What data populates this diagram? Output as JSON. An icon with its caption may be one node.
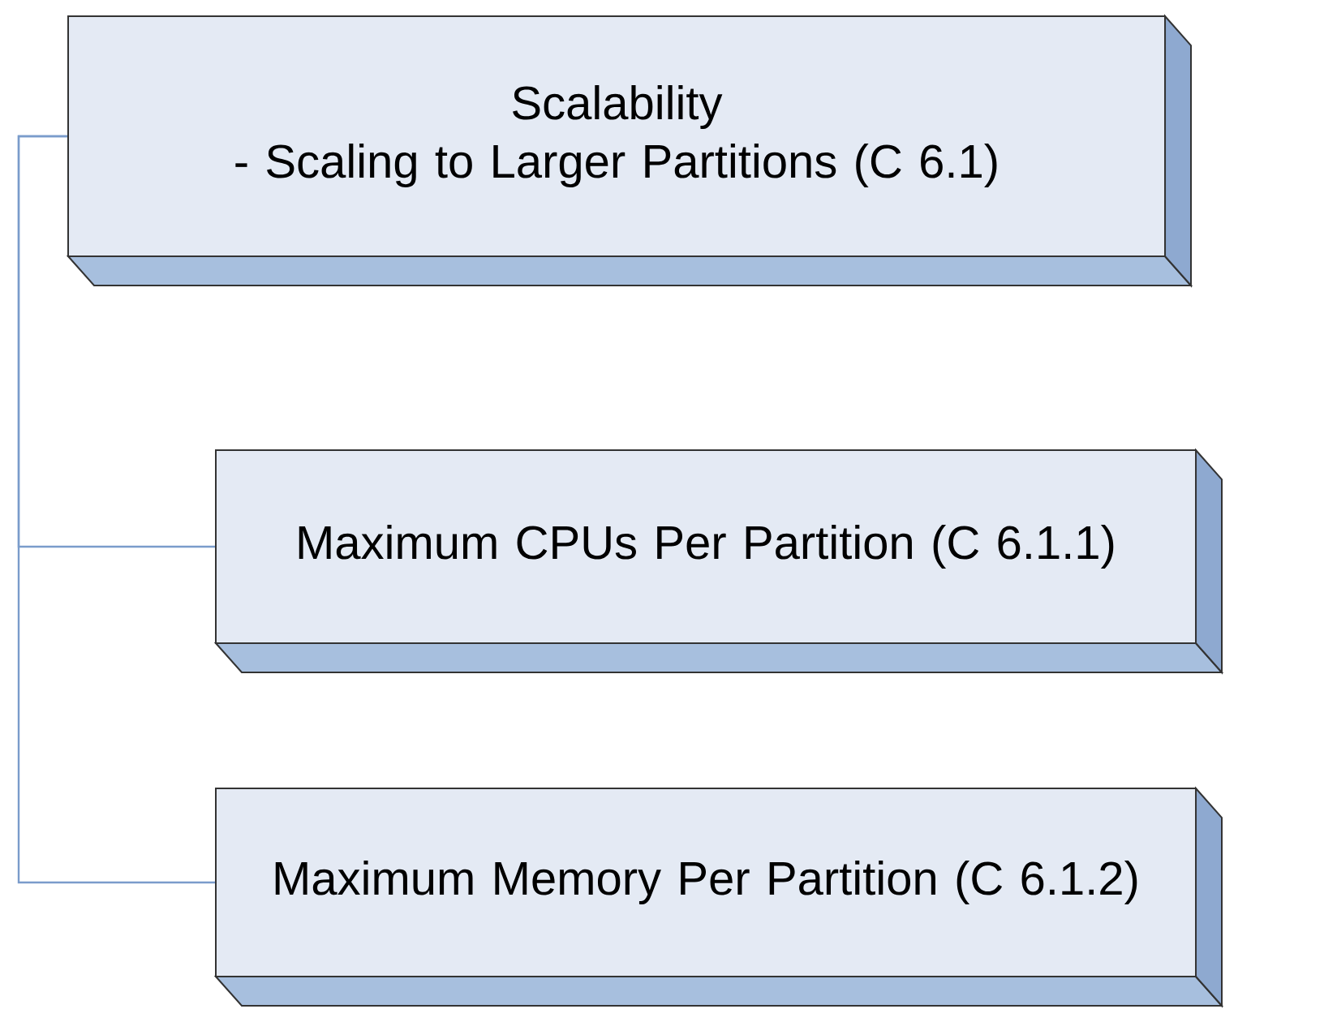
{
  "diagram": {
    "nodes": [
      {
        "text": [
          "Scalability",
          "- Scaling to Larger Partitions (C 6.1)"
        ]
      },
      {
        "text": [
          "Maximum CPUs Per Partition (C 6.1.1)"
        ]
      },
      {
        "text": [
          "Maximum Memory Per Partition (C 6.1.2)"
        ]
      }
    ],
    "edges": [
      {
        "from": 0,
        "to": 1,
        "arrow": "none"
      },
      {
        "from": 0,
        "to": 2,
        "arrow": "none"
      }
    ]
  }
}
